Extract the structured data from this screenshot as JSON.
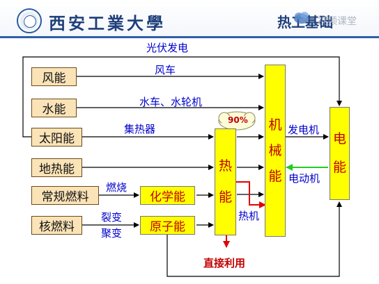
{
  "header": {
    "university": "西安工業大學",
    "course": "热工基础",
    "watermark": "视频课堂"
  },
  "sources": {
    "wind": "风能",
    "water": "水能",
    "solar": "太阳能",
    "geothermal": "地热能",
    "fossil": "常规燃料",
    "nuclear": "核燃料"
  },
  "intermediate": {
    "chemical": "化学能",
    "atomic": "原子能",
    "thermal": [
      "热",
      "能"
    ],
    "mechanical": [
      "机",
      "械",
      "能"
    ],
    "electric": [
      "电",
      "能"
    ]
  },
  "labels": {
    "photovoltaic": "光伏发电",
    "windmill": "风车",
    "waterwheel": "水车、水轮机",
    "collector": "集热器",
    "combustion": "燃烧",
    "fission": "裂变",
    "fusion": "聚变",
    "heat_engine": "热机",
    "generator": "发电机",
    "motor": "电动机",
    "direct_use": "直接利用",
    "efficiency": "90%"
  }
}
